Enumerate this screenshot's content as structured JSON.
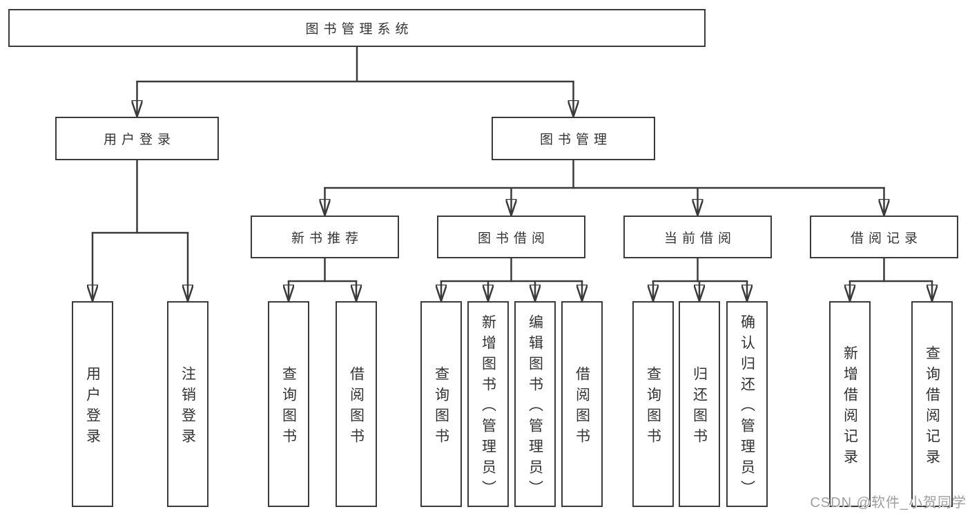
{
  "tree": {
    "root": {
      "label": "图书管理系统",
      "children": [
        {
          "label": "用户登录",
          "children": [
            {
              "label": "用户登录"
            },
            {
              "label": "注销登录"
            }
          ]
        },
        {
          "label": "图书管理",
          "children": [
            {
              "label": "新书推荐",
              "children": [
                {
                  "label": "查询图书"
                },
                {
                  "label": "借阅图书"
                }
              ]
            },
            {
              "label": "图书借阅",
              "children": [
                {
                  "label": "查询图书"
                },
                {
                  "label": "新增图书（管理员）"
                },
                {
                  "label": "编辑图书（管理员）"
                },
                {
                  "label": "借阅图书"
                }
              ]
            },
            {
              "label": "当前借阅",
              "children": [
                {
                  "label": "查询图书"
                },
                {
                  "label": "归还图书"
                },
                {
                  "label": "确认归还（管理员）"
                }
              ]
            },
            {
              "label": "借阅记录",
              "children": [
                {
                  "label": "新增借阅记录"
                },
                {
                  "label": "查询借阅记录"
                }
              ]
            }
          ]
        }
      ]
    }
  },
  "watermark": {
    "text": "CSDN @软件_小贺同学"
  },
  "colors": {
    "line": "#3a3a3a",
    "text": "#333333",
    "background": "#ffffff",
    "watermark": "#9e9e9e"
  }
}
